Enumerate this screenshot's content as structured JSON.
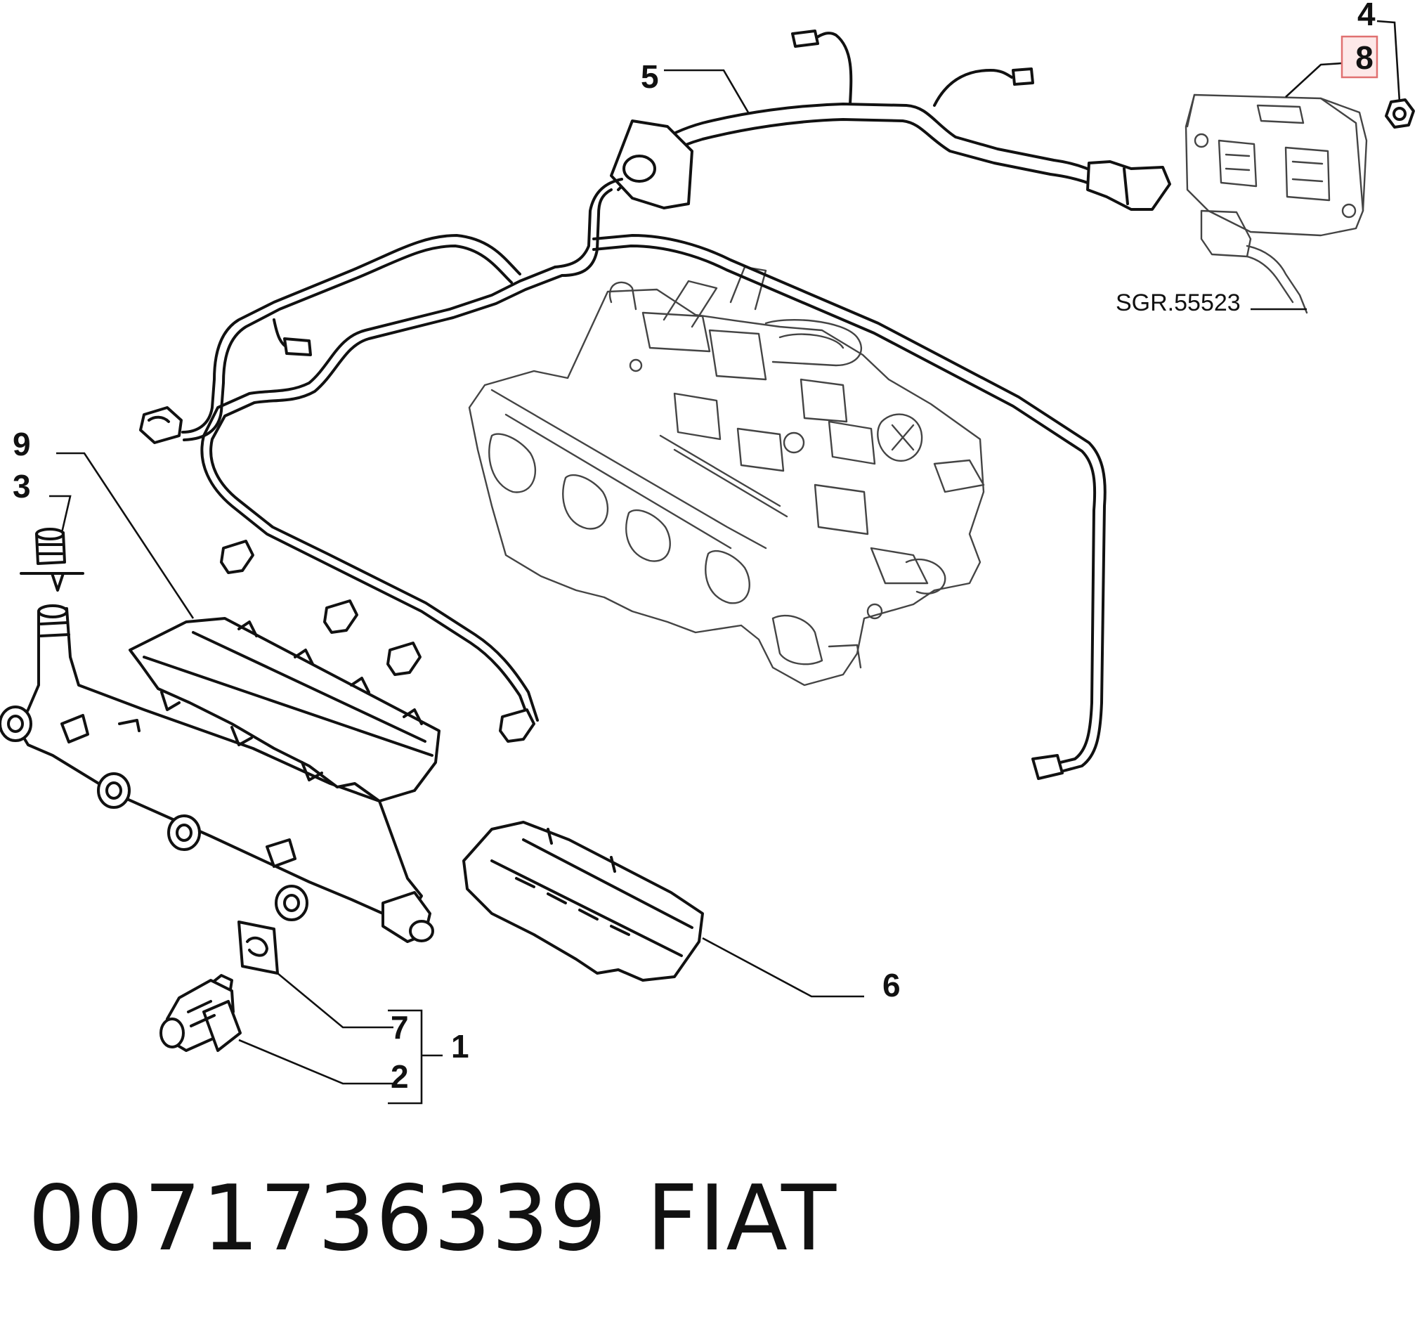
{
  "callouts": {
    "c1": "1",
    "c2": "2",
    "c3": "3",
    "c4": "4",
    "c5": "5",
    "c6": "6",
    "c7": "7",
    "c8": "8",
    "c9": "9"
  },
  "highlight": {
    "color": "#e07070",
    "callout": "8"
  },
  "reference_code": "SGR.55523",
  "part_number": "0071736339",
  "brand": "FIAT"
}
